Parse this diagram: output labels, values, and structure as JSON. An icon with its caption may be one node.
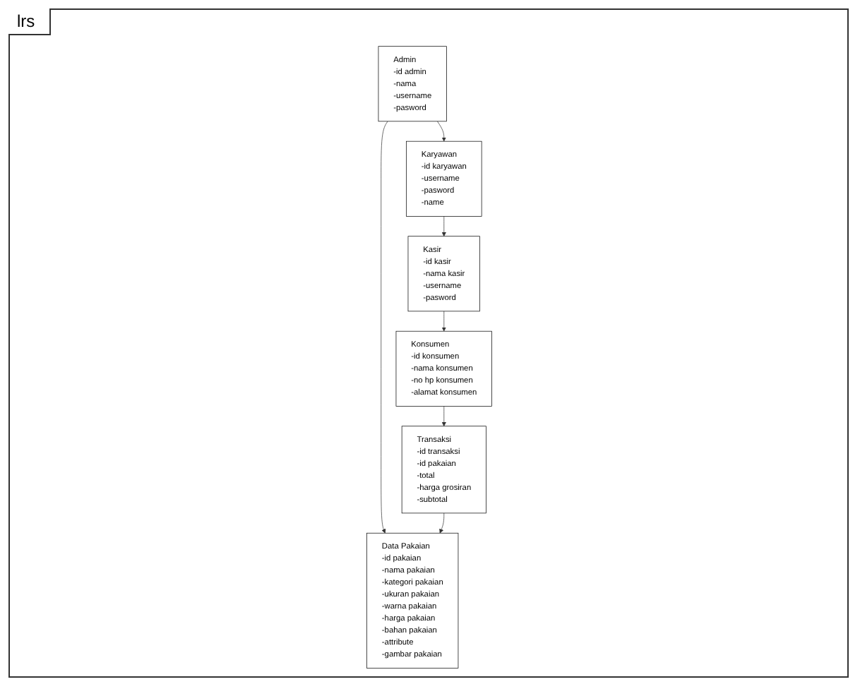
{
  "diagram": {
    "title": "lrs",
    "nodes": [
      {
        "text": [
          "Admin",
          "-id admin",
          "-nama",
          "-username",
          "-pasword"
        ]
      },
      {
        "text": [
          "Karyawan",
          "-id karyawan",
          "-username",
          "-pasword",
          "-name"
        ]
      },
      {
        "text": [
          "Kasir",
          "-id kasir",
          "-nama kasir",
          "-username",
          "-pasword"
        ]
      },
      {
        "text": [
          "Data Pakaian",
          "-id pakaian",
          "-nama pakaian",
          "-kategori pakaian",
          "-ukuran pakaian",
          "-warna pakaian",
          "-harga pakaian",
          "-bahan pakaian",
          "-attribute",
          "-gambar pakaian"
        ]
      },
      {
        "text": [
          "Transaksi",
          "-id transaksi",
          "-id pakaian",
          "-total",
          "-harga grosiran",
          "-subtotal"
        ]
      },
      {
        "text": [
          "Konsumen",
          "-id konsumen",
          "-nama konsumen",
          "-no hp konsumen",
          "-alamat konsumen"
        ]
      }
    ],
    "edges": [
      {
        "from": 0,
        "to": 1,
        "arrow": "to"
      },
      {
        "from": 1,
        "to": 2,
        "arrow": "to"
      },
      {
        "from": 0,
        "to": 3,
        "arrow": "to"
      },
      {
        "from": 2,
        "to": 5,
        "arrow": "to"
      },
      {
        "from": 5,
        "to": 4,
        "arrow": "to"
      },
      {
        "from": 4,
        "to": 3,
        "arrow": "to"
      }
    ]
  }
}
